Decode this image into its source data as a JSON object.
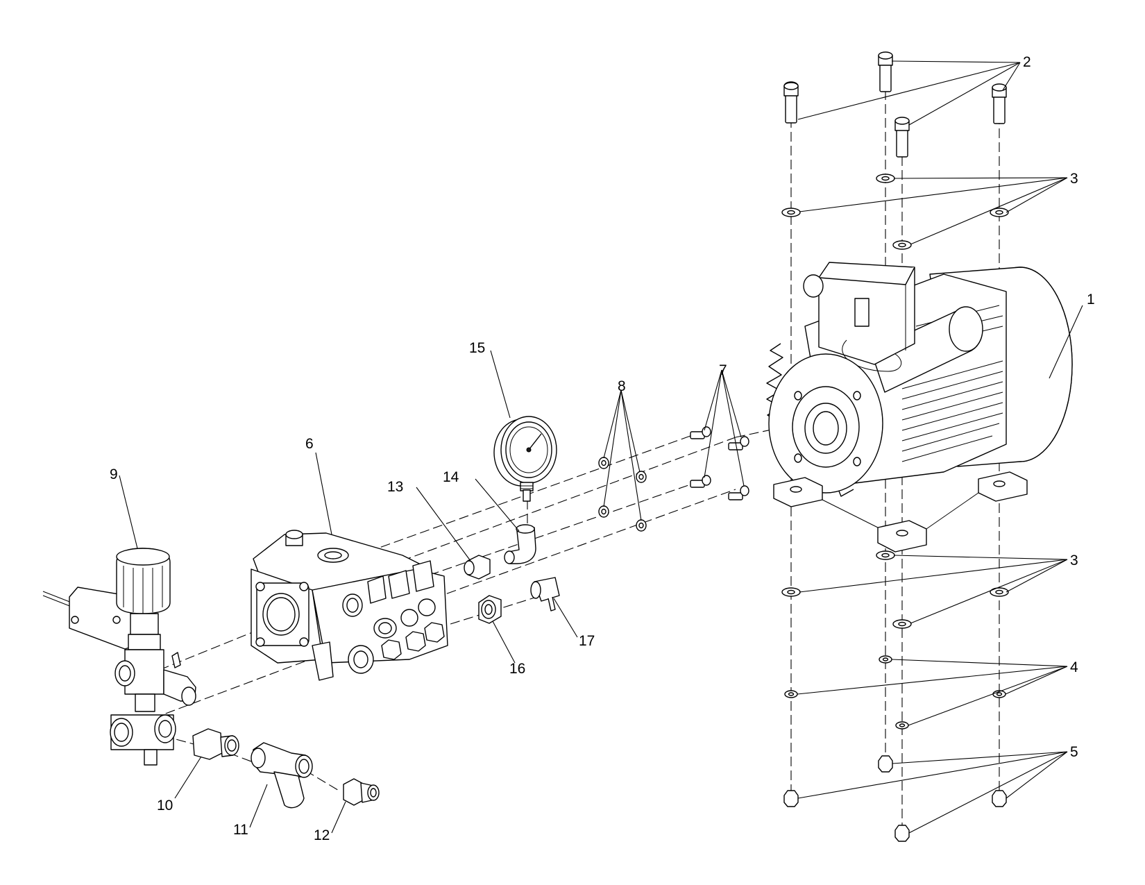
{
  "diagram": {
    "type": "exploded-parts-view",
    "callouts": [
      {
        "id": "c1",
        "label": "1"
      },
      {
        "id": "c2",
        "label": "2"
      },
      {
        "id": "c3a",
        "label": "3"
      },
      {
        "id": "c3b",
        "label": "3"
      },
      {
        "id": "c4",
        "label": "4"
      },
      {
        "id": "c5",
        "label": "5"
      },
      {
        "id": "c6",
        "label": "6"
      },
      {
        "id": "c7",
        "label": "7"
      },
      {
        "id": "c8",
        "label": "8"
      },
      {
        "id": "c9",
        "label": "9"
      },
      {
        "id": "c10",
        "label": "10"
      },
      {
        "id": "c11",
        "label": "11"
      },
      {
        "id": "c12",
        "label": "12"
      },
      {
        "id": "c13",
        "label": "13"
      },
      {
        "id": "c14",
        "label": "14"
      },
      {
        "id": "c15",
        "label": "15"
      },
      {
        "id": "c16",
        "label": "16"
      },
      {
        "id": "c17",
        "label": "17"
      }
    ],
    "colors": {
      "line": "#000000",
      "background": "#ffffff",
      "shade": "#d9d9d9"
    }
  }
}
